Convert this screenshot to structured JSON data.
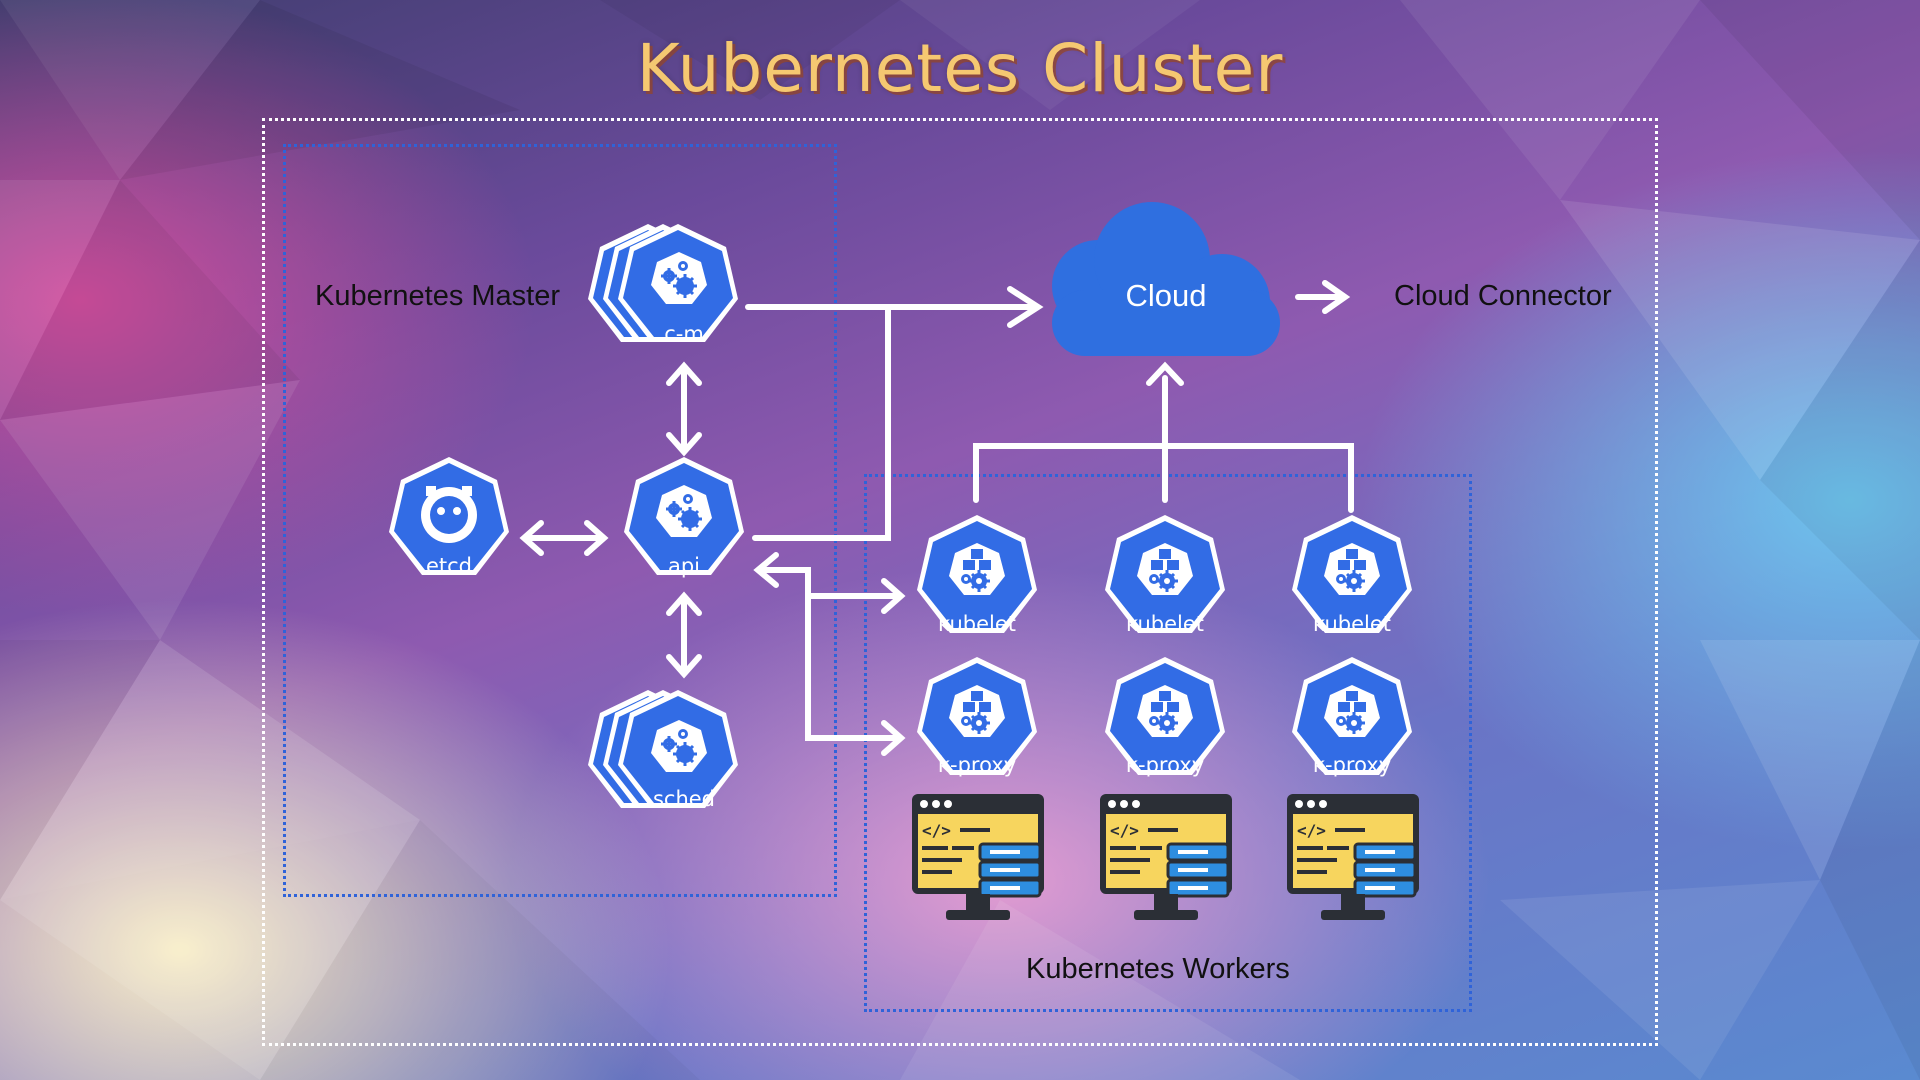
{
  "title": "Kubernetes Cluster",
  "labels": {
    "master": "Kubernetes Master",
    "workers": "Kubernetes Workers",
    "cloud_connector": "Cloud Connector"
  },
  "cloud": {
    "label": "Cloud",
    "color": "#2f6fe0"
  },
  "master_nodes": {
    "controller_manager": {
      "label": "c-m",
      "icon": "gears-icon"
    },
    "api_server": {
      "label": "api",
      "icon": "gears-icon"
    },
    "etcd": {
      "label": "etcd",
      "icon": "etcd-icon"
    },
    "scheduler": {
      "label": "sched",
      "icon": "gears-icon"
    }
  },
  "workers": [
    {
      "kubelet": "kubelet",
      "proxy": "k-proxy",
      "server_icon": "server-code-icon"
    },
    {
      "kubelet": "kubelet",
      "proxy": "k-proxy",
      "server_icon": "server-code-icon"
    },
    {
      "kubelet": "kubelet",
      "proxy": "k-proxy",
      "server_icon": "server-code-icon"
    }
  ],
  "colors": {
    "node_blue": "#326ce5",
    "title_gold": "#f5c871",
    "dotted_blue": "#2f63d9",
    "server_yellow": "#f7d55e"
  }
}
